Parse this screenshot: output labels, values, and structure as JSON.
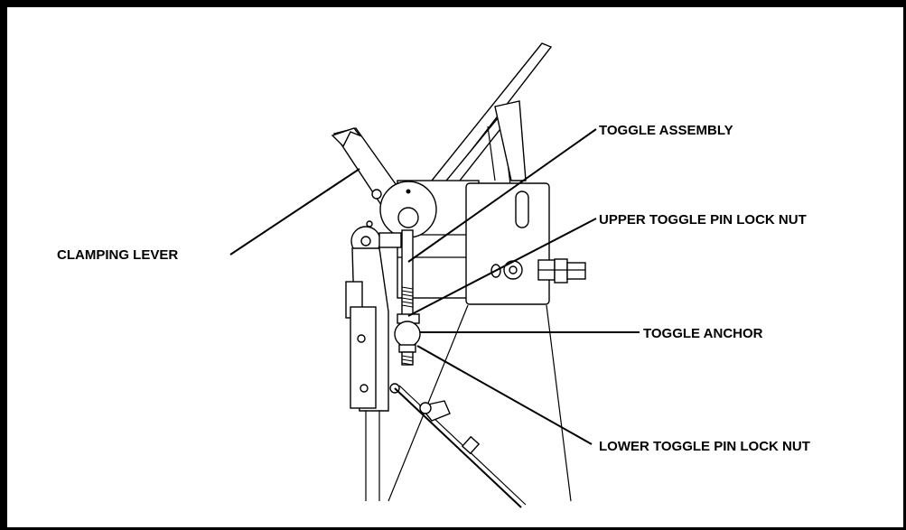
{
  "labels": {
    "toggle_assembly": "TOGGLE ASSEMBLY",
    "upper_toggle_pin_lock_nut": "UPPER TOGGLE PIN LOCK NUT",
    "clamping_lever": "CLAMPING LEVER",
    "toggle_anchor": "TOGGLE ANCHOR",
    "lower_toggle_pin_lock_nut": "LOWER TOGGLE PIN LOCK NUT"
  }
}
